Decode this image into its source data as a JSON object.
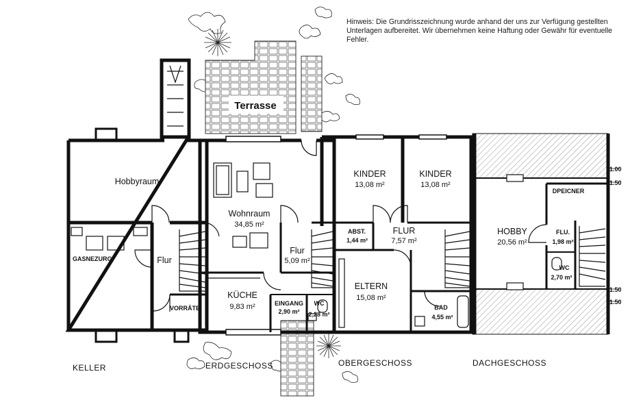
{
  "note": "Hinweis: Die Grundrisszeichnung wurde anhand der uns zur Verfügung gestellten Unterlagen aufbereitet. Wir übernehmen keine Haftung oder Gewähr für eventuelle Fehler.",
  "floors": {
    "keller": "KELLER",
    "erdgeschoss": "ERDGESCHOSS",
    "obergeschoss": "OBERGESCHOSS",
    "dachgeschoss": "DACHGESCHOSS"
  },
  "terrasse": "Terrasse",
  "rooms": {
    "hobbyraum": "Hobbyraum",
    "gaszug": "GASNEZURG",
    "flur_keller": "Flur",
    "vorraete": "VORRÄTE",
    "wohnraum_name": "Wohnraum",
    "wohnraum_area": "34,85 m²",
    "flur_eg_name": "Flur",
    "flur_eg_area": "5,09 m²",
    "kueche_name": "KÜCHE",
    "kueche_area": "9,83 m²",
    "eingang_name": "EINGANG",
    "eingang_area": "2,90 m²",
    "wc_eg_name": "WC",
    "wc_eg_area": "2,28 m²",
    "kinder1_name": "KINDER",
    "kinder1_area": "13,08 m²",
    "kinder2_name": "KINDER",
    "kinder2_area": "13,08 m²",
    "abst_name": "ABST.",
    "abst_area": "1,44 m²",
    "flur_og_name": "FLUR",
    "flur_og_area": "7,57 m²",
    "eltern_name": "ELTERN",
    "eltern_area": "15,08 m²",
    "bad_name": "BAD",
    "bad_area": "4,55 m²",
    "hobby_name": "HOBBY",
    "hobby_area": "20,56 m²",
    "speicher": "DPEICNER",
    "flu_dg_name": "FLU.",
    "flu_dg_area": "1,98 m²",
    "wc_dg_name": "WC",
    "wc_dg_area": "2,70 m²"
  },
  "heights": {
    "h1": "1.00",
    "h2": "1.50",
    "h3": "1.50",
    "h4": "1.50"
  }
}
